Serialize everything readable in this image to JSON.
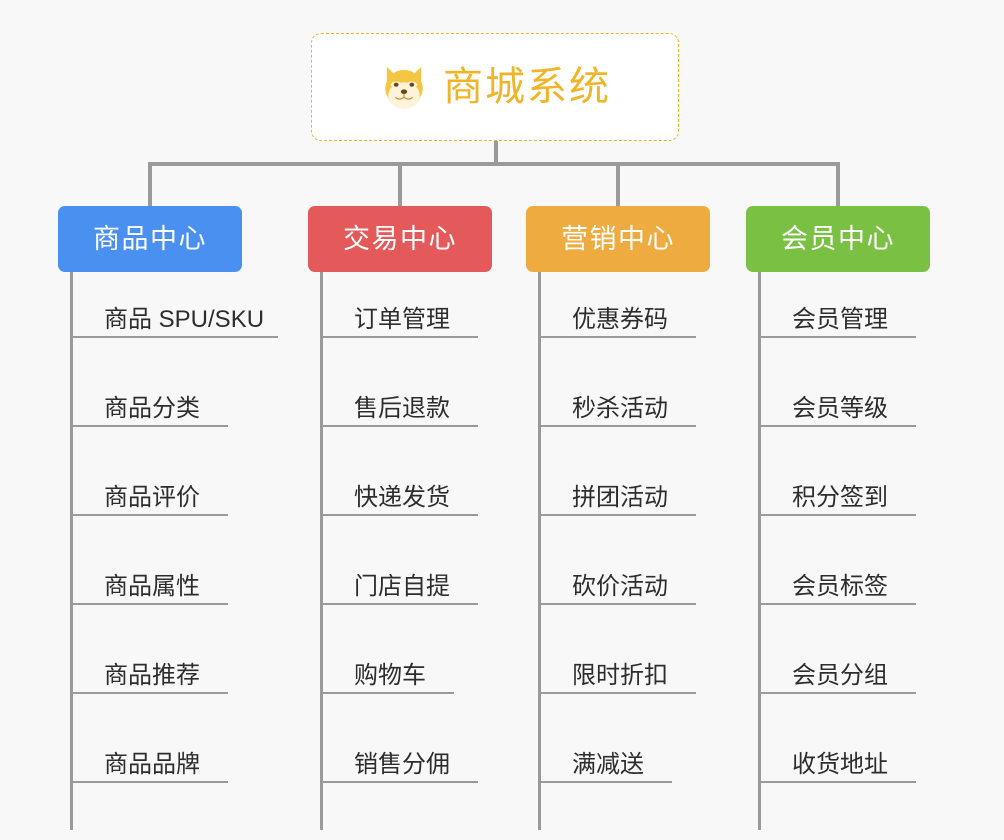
{
  "page": {
    "background_color": "#f8f8f8",
    "connector_color": "#9a9a9a"
  },
  "root": {
    "title": "商城系统",
    "icon": "shiba-inu-dog-icon",
    "title_color": "#f0b429",
    "border_color": "#f0b429",
    "fill_color": "#ffffff"
  },
  "categories": [
    {
      "label": "商品中心",
      "color": "#4a90f0",
      "items": [
        "商品 SPU/SKU",
        "商品分类",
        "商品评价",
        "商品属性",
        "商品推荐",
        "商品品牌"
      ]
    },
    {
      "label": "交易中心",
      "color": "#e45a5a",
      "items": [
        "订单管理",
        "售后退款",
        "快递发货",
        "门店自提",
        "购物车",
        "销售分佣"
      ]
    },
    {
      "label": "营销中心",
      "color": "#eeab40",
      "items": [
        "优惠券码",
        "秒杀活动",
        "拼团活动",
        "砍价活动",
        "限时折扣",
        "满减送"
      ]
    },
    {
      "label": "会员中心",
      "color": "#7ac143",
      "items": [
        "会员管理",
        "会员等级",
        "积分签到",
        "会员标签",
        "会员分组",
        "收货地址"
      ]
    }
  ]
}
